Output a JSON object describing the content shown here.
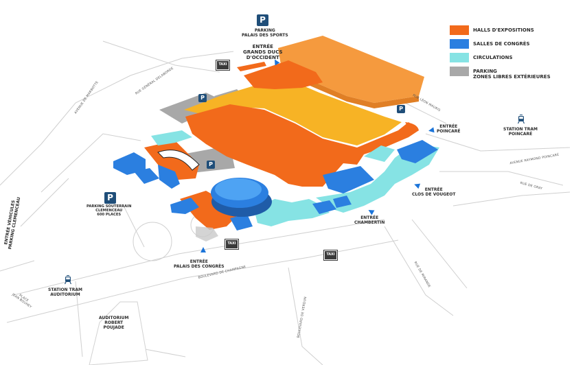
{
  "legend": {
    "items": [
      {
        "label": "HALLS D'EXPOSITIONS",
        "color": "#f26a1b"
      },
      {
        "label": "SALLES DE CONGRÈS",
        "color": "#2b7fe0"
      },
      {
        "label": "CIRCULATIONS",
        "color": "#86e3e4"
      },
      {
        "label": "PARKING",
        "label2": "ZONES LIBRES EXTÉRIEURES",
        "color": "#a8a8a8"
      }
    ]
  },
  "colors": {
    "hall": "#f26a1b",
    "hall_light": "#f59a3e",
    "hall_yellow": "#f7b325",
    "congress": "#2b7fe0",
    "circulation": "#86e3e4",
    "parking": "#a8a8a8",
    "parking_icon": "#1f4e79",
    "entry_arrow": "#1b74d9",
    "taxi": "#3a3a3a"
  },
  "labels": {
    "parking_palais_sports": [
      "PARKING",
      "PALAIS DES SPORTS"
    ],
    "entree_grands_ducs": [
      "ENTRÉE",
      "GRANDS DUCS",
      "D'OCCIDENT"
    ],
    "entree_poincare": [
      "ENTRÉE",
      "POINCARÉ"
    ],
    "station_tram_poincare": [
      "STATION TRAM",
      "POINCARÉ"
    ],
    "entree_clos_vougeot": [
      "ENTRÉE",
      "CLOS DE VOUGEOT"
    ],
    "entree_chambertin": [
      "ENTRÉE",
      "CHAMBERTIN"
    ],
    "entree_palais_congres": [
      "ENTRÉE",
      "PALAIS DES CONGRÈS"
    ],
    "parking_souterrain": [
      "PARKING SOUTERRAIN",
      "CLEMENCEAU",
      "600 PLACES"
    ],
    "entree_vehicules": [
      "ENTRÉE VÉHICULES",
      "PARKING CLEMENCEAU"
    ],
    "station_tram_auditorium": [
      "STATION TRAM",
      "AUDITORIUM"
    ],
    "auditorium": [
      "AUDITORIUM",
      "ROBERT",
      "POUJADE"
    ]
  },
  "streets": {
    "marbotte": "AVENUE DE MARBOTTE",
    "general_delaborde": "RUE GÉNÉRAL DELABORDE",
    "leon_mauris": "RUE LÉON MAURIS",
    "raymond_poincare": "AVENUE RAYMOND POINCARÉ",
    "gray": "RUE DE GRAY",
    "champagne": "BOULEVARD DE CHAMPAGNE",
    "verdun": "BOULEVARD DE VERDUN",
    "mirande": "RUE DE MIRANDE",
    "jean_bouhey": [
      "PLACE",
      "JEAN BOUHEY"
    ]
  },
  "icons": {
    "parking": "P",
    "taxi": "TAXI"
  }
}
